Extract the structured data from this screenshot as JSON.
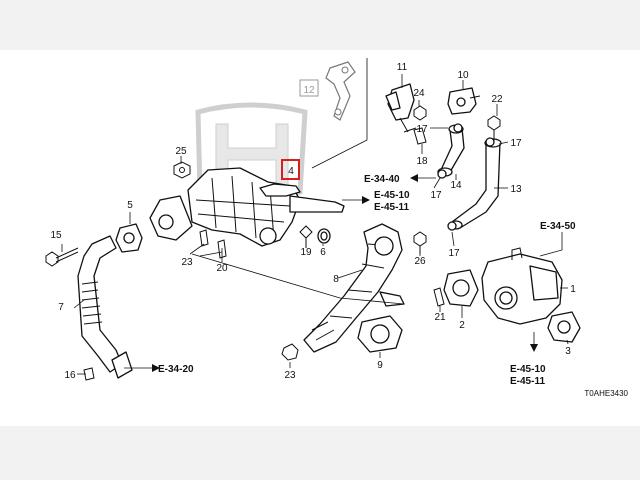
{
  "diagram_code": "T0AHE3430",
  "highlight_color": "#d62020",
  "highlighted_part": "4",
  "refs": {
    "e3420": "E-34-20",
    "e3440": "E-34-40",
    "e3450": "E-34-50",
    "e4510_a": "E-45-10",
    "e4511_a": "E-45-11",
    "e4510_b": "E-45-10",
    "e4511_b": "E-45-11"
  },
  "callouts": {
    "c1": "1",
    "c2": "2",
    "c3": "3",
    "c4": "4",
    "c5": "5",
    "c6": "6",
    "c7": "7",
    "c8": "8",
    "c9": "9",
    "c10": "10",
    "c11": "11",
    "c12": "12",
    "c13": "13",
    "c14": "14",
    "c15": "15",
    "c16": "16",
    "c17a": "17",
    "c17b": "17",
    "c17c": "17",
    "c17d": "17",
    "c18": "18",
    "c19": "19",
    "c20": "20",
    "c21": "21",
    "c22": "22",
    "c23a": "23",
    "c23b": "23",
    "c24": "24",
    "c25": "25",
    "c26": "26"
  }
}
